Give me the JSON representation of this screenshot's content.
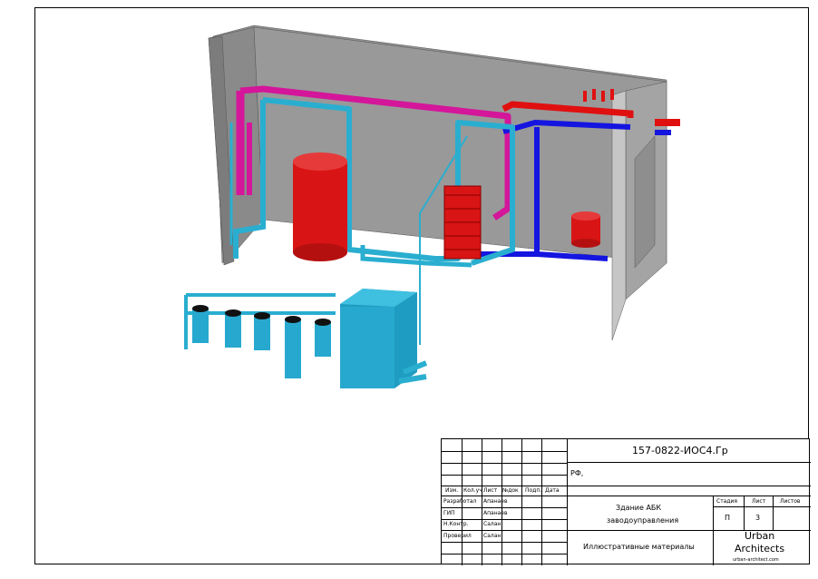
{
  "stamp": {
    "code": "157-0822-ИОС4.Гр",
    "location": "РФ,",
    "headers": {
      "izm": "Изм.",
      "kol_uch": "Кол.уч",
      "list": "Лист",
      "ndok": "№док",
      "podp": "Подп.",
      "data": "Дата"
    },
    "roles": [
      {
        "role": "Разработал",
        "name": "Апанаев"
      },
      {
        "role": "ГИП",
        "name": "Апанаев"
      },
      {
        "role": "Н.Контр.",
        "name": "Салан"
      },
      {
        "role": "Проверил",
        "name": "Салан"
      }
    ],
    "building_line1": "Здание АБК",
    "building_line2": "заводоуправления",
    "stage_header": "Стадия",
    "sheet_header": "Лист",
    "sheets_header": "Листов",
    "stage_value": "П",
    "sheet_value": "3",
    "sheets_value": "",
    "sheet_title": "Иллюстративные материалы",
    "company_line1": "Urban",
    "company_line2": "Architects",
    "company_url": "urban-architect.com"
  },
  "colors": {
    "wall": "#8f8f8f",
    "wall_dark": "#6e6e6e",
    "pipe_cyan": "#2aaed0",
    "pipe_magenta": "#d4169a",
    "pipe_red": "#e01010",
    "pipe_blue": "#1515e0",
    "tank_red": "#d81414",
    "tank_cyan": "#27a9cf"
  }
}
